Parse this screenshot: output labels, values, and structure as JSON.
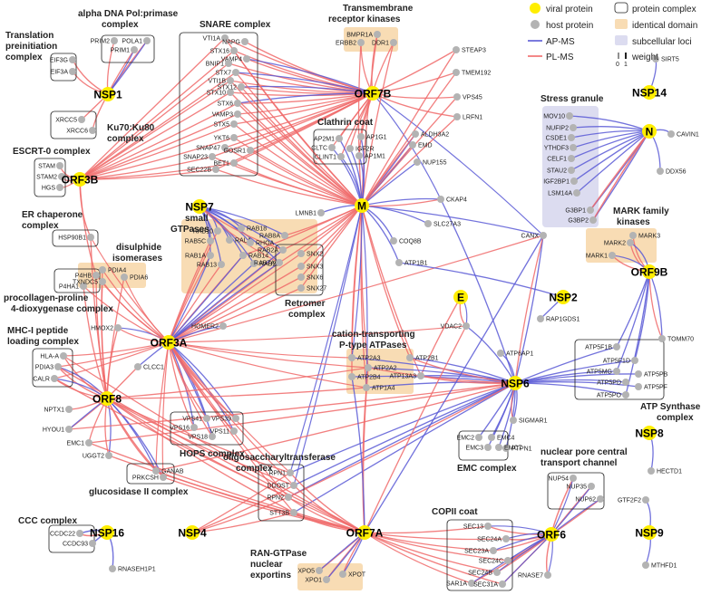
{
  "legend": {
    "viral_protein": "viral protein",
    "host_protein": "host protein",
    "ap_ms": "AP-MS",
    "pl_ms": "PL-MS",
    "protein_complex": "protein complex",
    "identical_domain": "identical domain",
    "subcellular_loci": "subcellular loci",
    "scale_0": "0",
    "scale_1": "1",
    "weight": "weight"
  },
  "colors": {
    "viral": "#ffee00",
    "host": "#b3b3b3",
    "ap_ms": "#5a5ad6",
    "pl_ms": "#f06a6a",
    "domain": "#f8dcb4",
    "loci": "#dcdcf0"
  },
  "groups": {
    "alpha_dna": "alpha DNA Pol:primase",
    "alpha_dna2": "complex",
    "translation": "Translation",
    "translation2": "preinitiation",
    "translation3": "complex",
    "snare": "SNARE complex",
    "transmembrane": "Transmembrane",
    "transmembrane2": "receptor kinases",
    "ku70": "Ku70:Ku80",
    "ku70_2": "complex",
    "escrt": "ESCRT-0 complex",
    "clathrin": "Clathrin coat",
    "stress": "Stress granule",
    "er_chaperone": "ER chaperone",
    "er_chaperone2": "complex",
    "disulphide": "disulphide",
    "disulphide2": "isomerases",
    "small_gtpases": "small",
    "small_gtpases2": "GTPases",
    "mark": "MARK family",
    "mark2": "kinases",
    "procollagen": "procollagen-proline",
    "procollagen2": "4-dioxygenase complex",
    "retromer": "Retromer",
    "retromer2": "complex",
    "mhc": "MHC-I peptide",
    "mhc2": "loading complex",
    "cation": "cation-transporting",
    "cation2": "P-type ATPases",
    "atp_synthase": "ATP Synthase",
    "atp_synthase2": "complex",
    "hops": "HOPS complex",
    "emc": "EMC complex",
    "oligo": "oligosaccharyltransferase",
    "oligo2": "complex",
    "glucosidase": "glucosidase II complex",
    "npc": "nuclear pore central",
    "npc2": "transport channel",
    "copii": "COPII coat",
    "ccc": "CCC complex",
    "ran": "RAN-GTPase",
    "ran2": "nuclear",
    "ran3": "exportins"
  },
  "viral": {
    "NSP1": "NSP1",
    "ORF7B": "ORF7B",
    "NSP14": "NSP14",
    "N": "N",
    "ORF3B": "ORF3B",
    "M": "M",
    "NSP7": "NSP7",
    "ORF9B": "ORF9B",
    "E": "E",
    "NSP2": "NSP2",
    "ORF3A": "ORF3A",
    "NSP6": "NSP6",
    "ORF8": "ORF8",
    "NSP8": "NSP8",
    "NSP4": "NSP4",
    "ORF7A": "ORF7A",
    "ORF6": "ORF6",
    "NSP9": "NSP9",
    "NSP16": "NSP16"
  },
  "host": {
    "PRIM2": "PRIM2",
    "POLA1": "POLA1",
    "PRIM1": "PRIM1",
    "EIF3G": "EIF3G",
    "EIF3A": "EIF3A",
    "XRCC5": "XRCC5",
    "XRCC6": "XRCC6",
    "STAM": "STAM",
    "STAM2": "STAM2",
    "HGS": "HGS",
    "VTI1A": "VTI1A",
    "NAPG": "NAPG",
    "STX16": "STX16",
    "VAMP4": "VAMP4",
    "BNIP1": "BNIP1",
    "STX7": "STX7",
    "VTI1B": "VTI1B",
    "STX12": "STX12",
    "STX10": "STX10",
    "STX6": "STX6",
    "VAMP3": "VAMP3",
    "STX5": "STX5",
    "YKT6": "YKT6",
    "SNAP47": "SNAP47",
    "GOSR1": "GOSR1",
    "SNAP23": "SNAP23",
    "BET1": "BET1",
    "SEC22B": "SEC22B",
    "BMPR1A": "BMPR1A",
    "ERBB2": "ERBB2",
    "DDR1": "DDR1",
    "STEAP3": "STEAP3",
    "TMEM192": "TMEM192",
    "VPS45": "VPS45",
    "LRFN1": "LRFN1",
    "AP2M1": "AP2M1",
    "AP1G1": "AP1G1",
    "CLTC": "CLTC",
    "IGF2R": "IGF2R",
    "CLINT1": "CLINT1",
    "AP1M1": "AP1M1",
    "ALDH3A2": "ALDH3A2",
    "EMD": "EMD",
    "NUP155": "NUP155",
    "CKAP4": "CKAP4",
    "SLC27A3": "SLC27A3",
    "COQ8B": "COQ8B",
    "LMNB1": "LMNB1",
    "ATP1B1": "ATP1B1",
    "CANX": "CANX",
    "SIRT5": "SIRT5",
    "CAVIN1": "CAVIN1",
    "DDX56": "DDX56",
    "MOV10": "MOV10",
    "NUFIP2": "NUFIP2",
    "CSDE1": "CSDE1",
    "YTHDF3": "YTHDF3",
    "CELF1": "CELF1",
    "STAU2": "STAU2",
    "IGF2BP1": "IGF2BP1",
    "LSM14A": "LSM14A",
    "G3BP1": "G3BP1",
    "G3BP2": "G3BP2",
    "HSP90B1": "HSP90B1",
    "P4HB": "P4HB",
    "P4HA1": "P4HA1",
    "PDIA4": "PDIA4",
    "TXNDC5": "TXNDC5",
    "PDIA6": "PDIA6",
    "RAB10": "RAB10",
    "RAB18": "RAB18",
    "RAB5C": "RAB5C",
    "RALA": "RALA",
    "RHOA": "RHOA",
    "RAB8A": "RAB8A",
    "RAB2A": "RAB2A",
    "RAB1A": "RAB1A",
    "RAB14": "RAB14",
    "RAB13": "RAB13",
    "RAB21": "RAB21",
    "RAB7A": "RAB7A",
    "SNX2": "SNX2",
    "SNX3": "SNX3",
    "SNX6": "SNX6",
    "SNX27": "SNX27",
    "MARK2": "MARK2",
    "MARK3": "MARK3",
    "MARK1": "MARK1",
    "HMOX2": "HMOX2",
    "HOMER2": "HOMER2",
    "RAP1GDS1": "RAP1GDS1",
    "VDAC2": "VDAC2",
    "CLCC1": "CLCC1",
    "TOMM70": "TOMM70",
    "HLA-A": "HLA-A",
    "PDIA3": "PDIA3",
    "CALR": "CALR",
    "ATP2A3": "ATP2A3",
    "ATP2B1": "ATP2B1",
    "ATP2A2": "ATP2A2",
    "ATP2B4": "ATP2B4",
    "ATP13A3": "ATP13A3",
    "ATP1A4": "ATP1A4",
    "ATP6AP1": "ATP6AP1",
    "ATP5F1B": "ATP5F1B",
    "ATP5F1D": "ATP5F1D",
    "ATP5MG": "ATP5MG",
    "ATP5PB": "ATP5PB",
    "ATP5PD": "ATP5PD",
    "ATP5PF": "ATP5PF",
    "ATP5PO": "ATP5PO",
    "NPTX1": "NPTX1",
    "HYOU1": "HYOU1",
    "EMC1": "EMC1",
    "UGGT2": "UGGT2",
    "VPS41": "VPS41",
    "VPS39": "VPS39",
    "VPS16": "VPS16",
    "VPS11": "VPS11",
    "VPS18": "VPS18",
    "SIGMAR1": "SIGMAR1",
    "PTPN1": "PTPN1",
    "EMC2": "EMC2",
    "EMC4": "EMC4",
    "EMC3": "EMC3",
    "EMC7": "EMC7",
    "PRKCSH": "PRKCSH",
    "GANAB": "GANAB",
    "RPN1": "RPN1",
    "DDOST": "DDOST",
    "RPN2": "RPN2",
    "STT3B": "STT3B",
    "HECTD1": "HECTD1",
    "NUP54": "NUP54",
    "NUP35": "NUP35",
    "NUP62": "NUP62",
    "SEC13": "SEC13",
    "SEC24A": "SEC24A",
    "SEC23A": "SEC23A",
    "SEC24C": "SEC24C",
    "SEC24B": "SEC24B",
    "SAR1A": "SAR1A",
    "SEC31A": "SEC31A",
    "RNASE7": "RNASE7",
    "GTF2F2": "GTF2F2",
    "MTHFD1": "MTHFD1",
    "CCDC22": "CCDC22",
    "CCDC93": "CCDC93",
    "RNASEH1P1": "RNASEH1P1",
    "XPO5": "XPO5",
    "XPOT": "XPOT",
    "XPO1": "XPO1"
  }
}
